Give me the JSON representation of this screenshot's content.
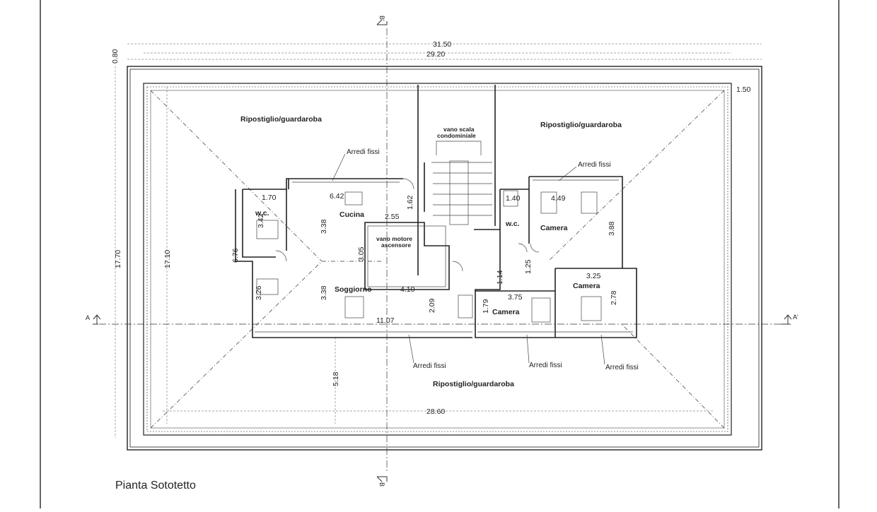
{
  "caption": "Pianta Sototetto",
  "dimensions": {
    "overall_width": "31.50",
    "inner_width": "29.20",
    "overhang": "0.80",
    "edge": "1.50",
    "overall_depth": "17.70",
    "inner_depth": "17.10",
    "bottom_width": "28.60",
    "bottom_depth": "5.18",
    "wc_left_w": "1.70",
    "wc_left_h": "3.42",
    "left_height": "6.76",
    "left_lower": "3.26",
    "kitchen_w": "6.42",
    "kitchen_h": "3.38",
    "living_h": "3.38",
    "cucina_inner": "2.55",
    "cucina_stair": "1.62",
    "vano_h": "3.05",
    "vano_w": "4.10",
    "living_w": "11.07",
    "living_inner": "2.09",
    "wc_right_w": "1.40",
    "camera1_w": "4.49",
    "camera1_h": "3.88",
    "hall_a": "1.14",
    "hall_b": "1.25",
    "camera2_w": "3.25",
    "camera2_h": "2.78",
    "camera3_w": "3.75",
    "camera3_h": "1.79"
  },
  "rooms": {
    "store_top_left": "Ripostiglio/guardaroba",
    "store_top_right": "Ripostiglio/guardaroba",
    "store_bottom": "Ripostiglio/guardaroba",
    "stair_line1": "vano scala",
    "stair_line2": "condominiale",
    "wc_left": "w.c.",
    "wc_right": "w.c.",
    "kitchen": "Cucina",
    "living": "Soggiorno",
    "motor_line1": "vano motore",
    "motor_line2": "ascensore",
    "camera_1": "Camera",
    "camera_2": "Camera",
    "camera_3": "Camera"
  },
  "notes": {
    "fixed_1": "Arredi fissi",
    "fixed_2": "Arredi fissi",
    "fixed_3": "Arredi fissi",
    "fixed_4": "Arredi fissi",
    "fixed_5": "Arredi fissi"
  },
  "sections": {
    "a_left": "A",
    "a_right": "A'",
    "b_top": "B'",
    "b_bottom": "B"
  }
}
